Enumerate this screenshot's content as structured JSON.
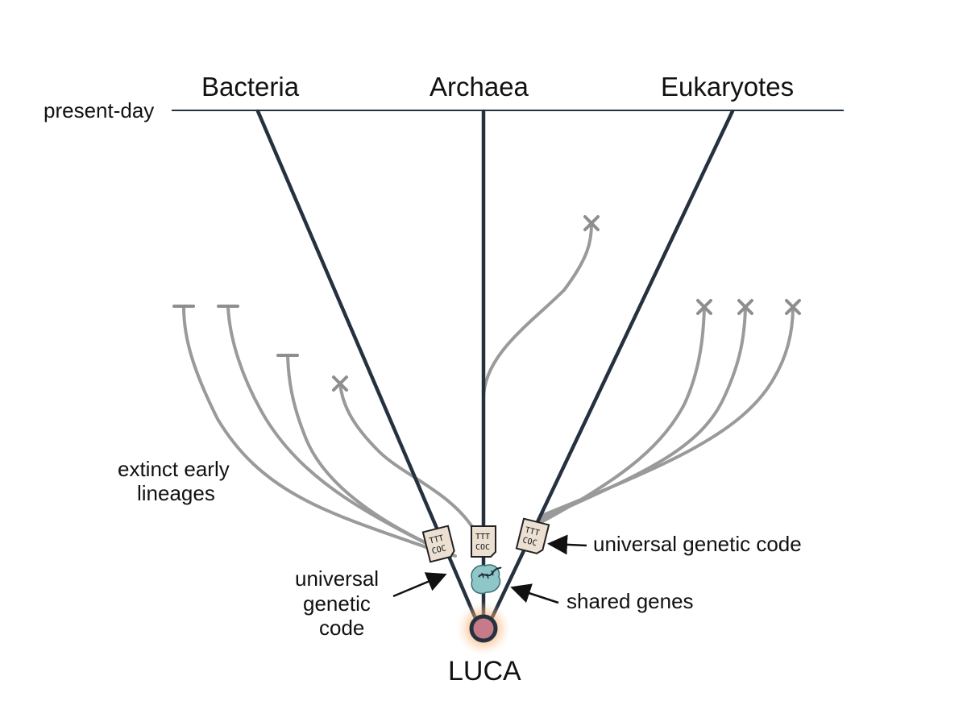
{
  "domains": [
    {
      "label": "Bacteria"
    },
    {
      "label": "Archaea"
    },
    {
      "label": "Eukaryotes"
    }
  ],
  "timeline": {
    "label": "present-day"
  },
  "root": {
    "label": "LUCA"
  },
  "annotations": {
    "extinct": [
      "extinct early",
      "lineages"
    ],
    "left_code": [
      "universal",
      "genetic",
      "code"
    ],
    "right_code": "universal genetic code",
    "shared_genes": "shared genes"
  },
  "code_card": {
    "line1": "TTT",
    "line2": "COC"
  },
  "colors": {
    "main_lineage": "#263140",
    "extinct_lineage": "#9a9a9a",
    "luca_glow": "#f6a15a",
    "luca_core": "#c77b88",
    "protein": "#8fc7c8"
  }
}
